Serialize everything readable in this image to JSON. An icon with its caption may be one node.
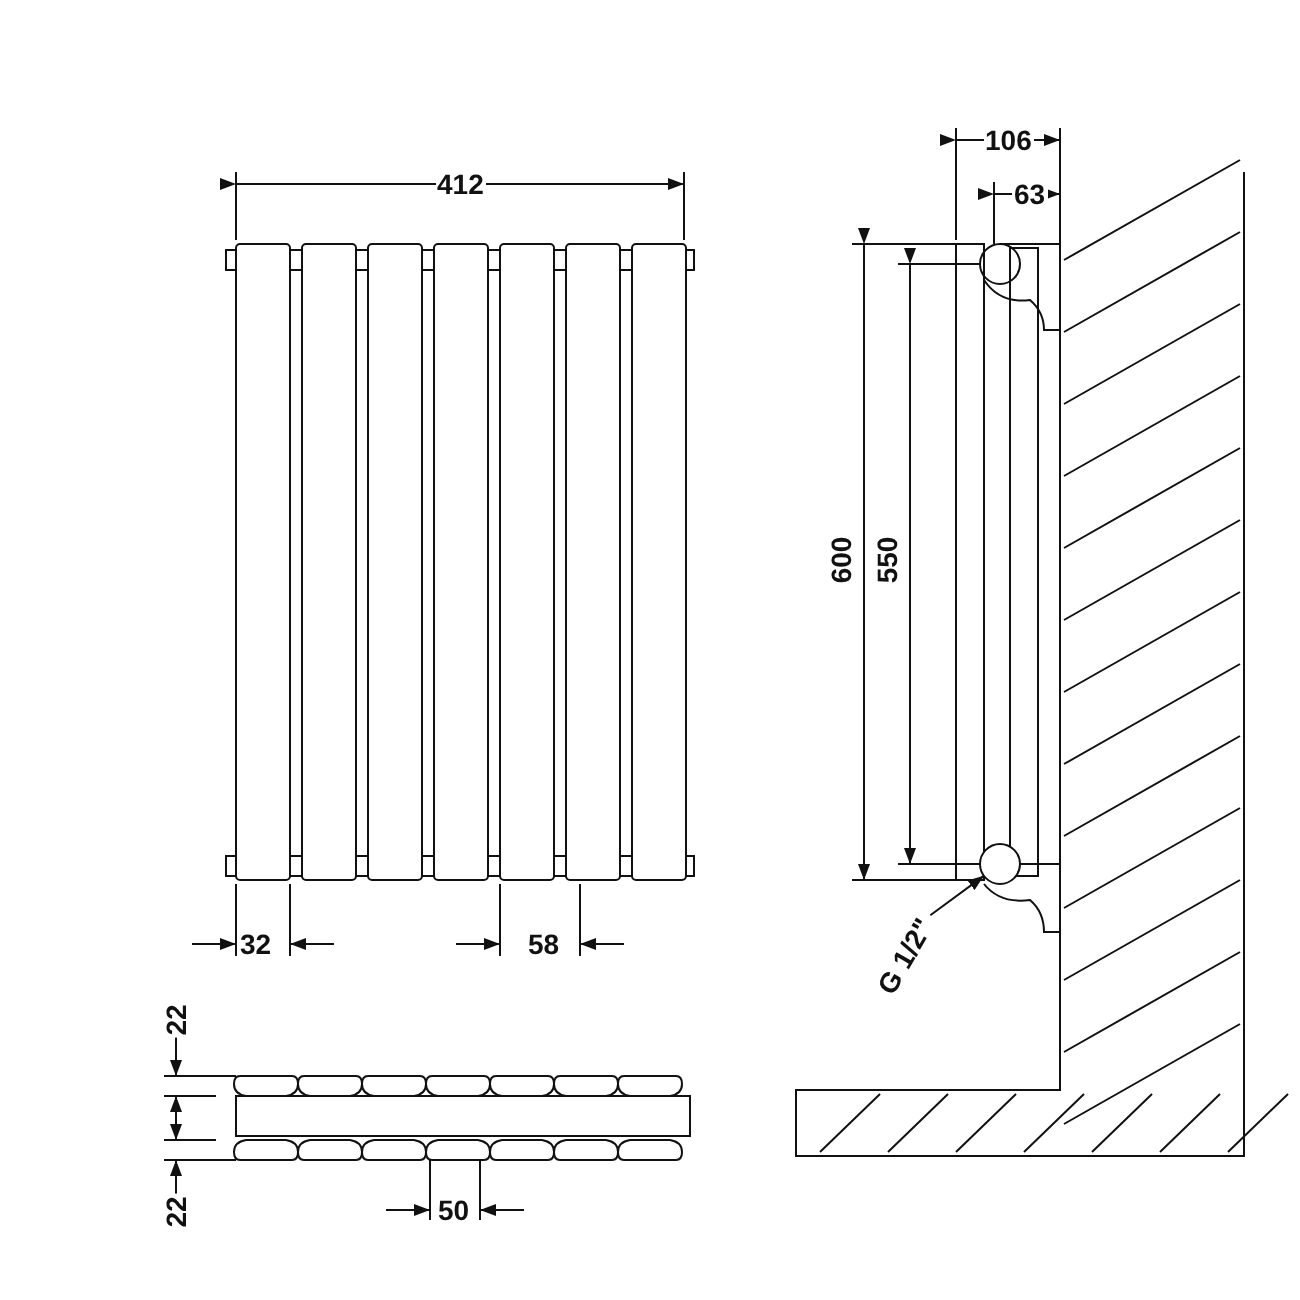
{
  "diagram": {
    "nodes": [
      {
        "text": [
          "G 1/2\""
        ]
      },
      {
        "text": [],
        "shape": "circle"
      }
    ],
    "edges": [
      {
        "from": 0,
        "to": 1,
        "arrow": "to"
      }
    ],
    "labels": [
      "412",
      "106",
      "63",
      "600",
      "550",
      "32",
      "58",
      "22",
      "22",
      "50"
    ]
  }
}
